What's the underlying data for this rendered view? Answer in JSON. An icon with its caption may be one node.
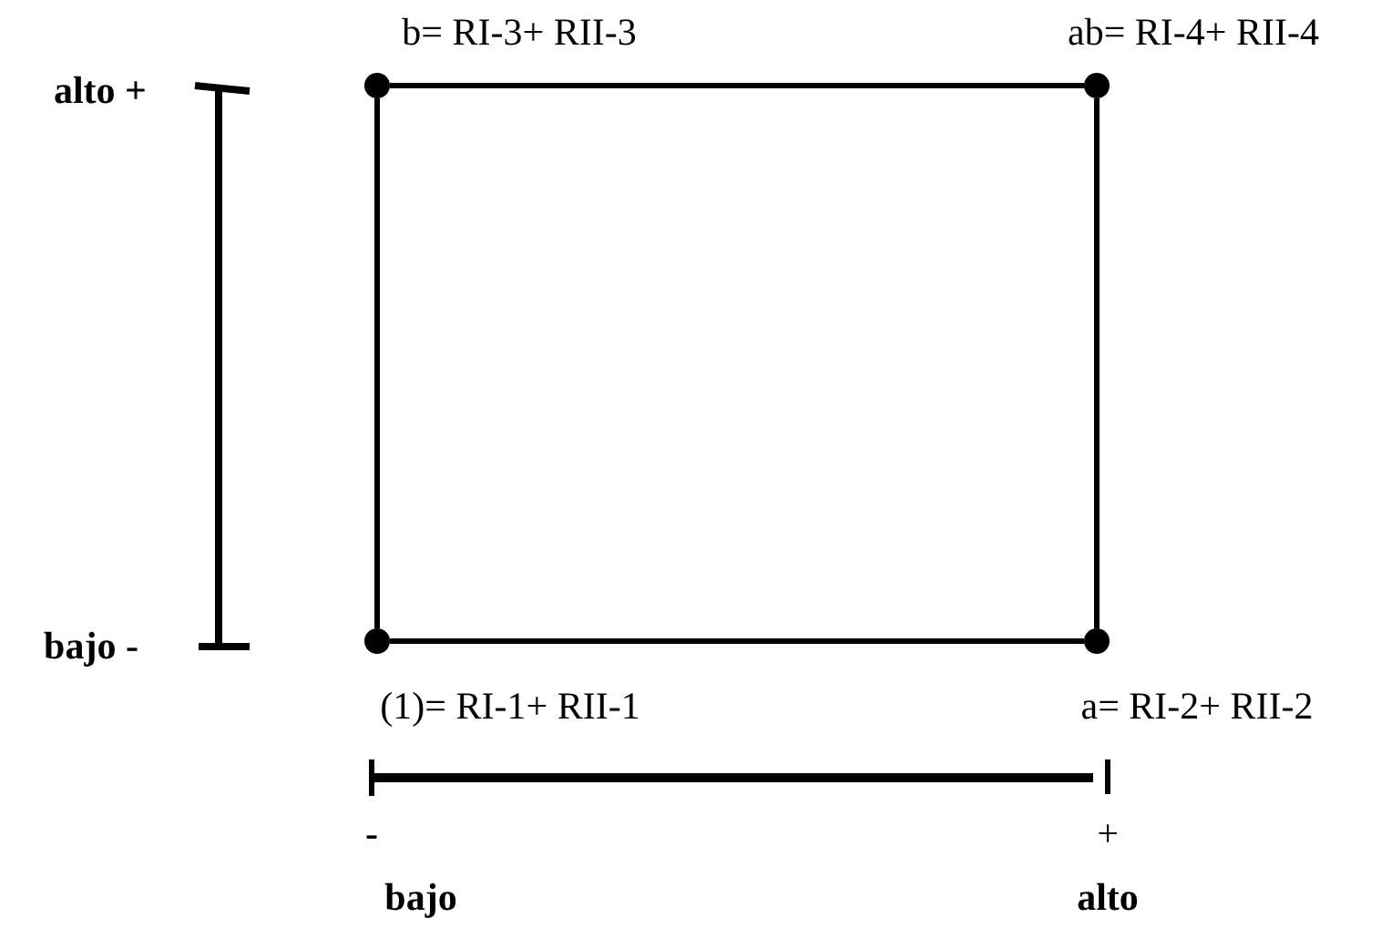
{
  "diagram": {
    "nodes": [
      {
        "text": [],
        "shape": "circle",
        "beside": [
          "b= RI-3+ RII-3"
        ]
      },
      {
        "text": [],
        "shape": "circle",
        "beside": [
          "ab= RI-4+ RII-4"
        ]
      },
      {
        "text": [],
        "shape": "circle",
        "beside": [
          "(1)= RI-1+ RII-1"
        ]
      },
      {
        "text": [],
        "shape": "circle",
        "beside": [
          "a= RI-2+ RII-2"
        ]
      }
    ],
    "edges": [
      {
        "from": 0,
        "to": 1,
        "arrow": "none"
      },
      {
        "from": 1,
        "to": 3,
        "arrow": "none"
      },
      {
        "from": 3,
        "to": 2,
        "arrow": "none"
      },
      {
        "from": 2,
        "to": 0,
        "arrow": "none"
      }
    ],
    "labels": [
      "alto +",
      "bajo -",
      "-",
      "+",
      "bajo",
      "alto"
    ]
  }
}
